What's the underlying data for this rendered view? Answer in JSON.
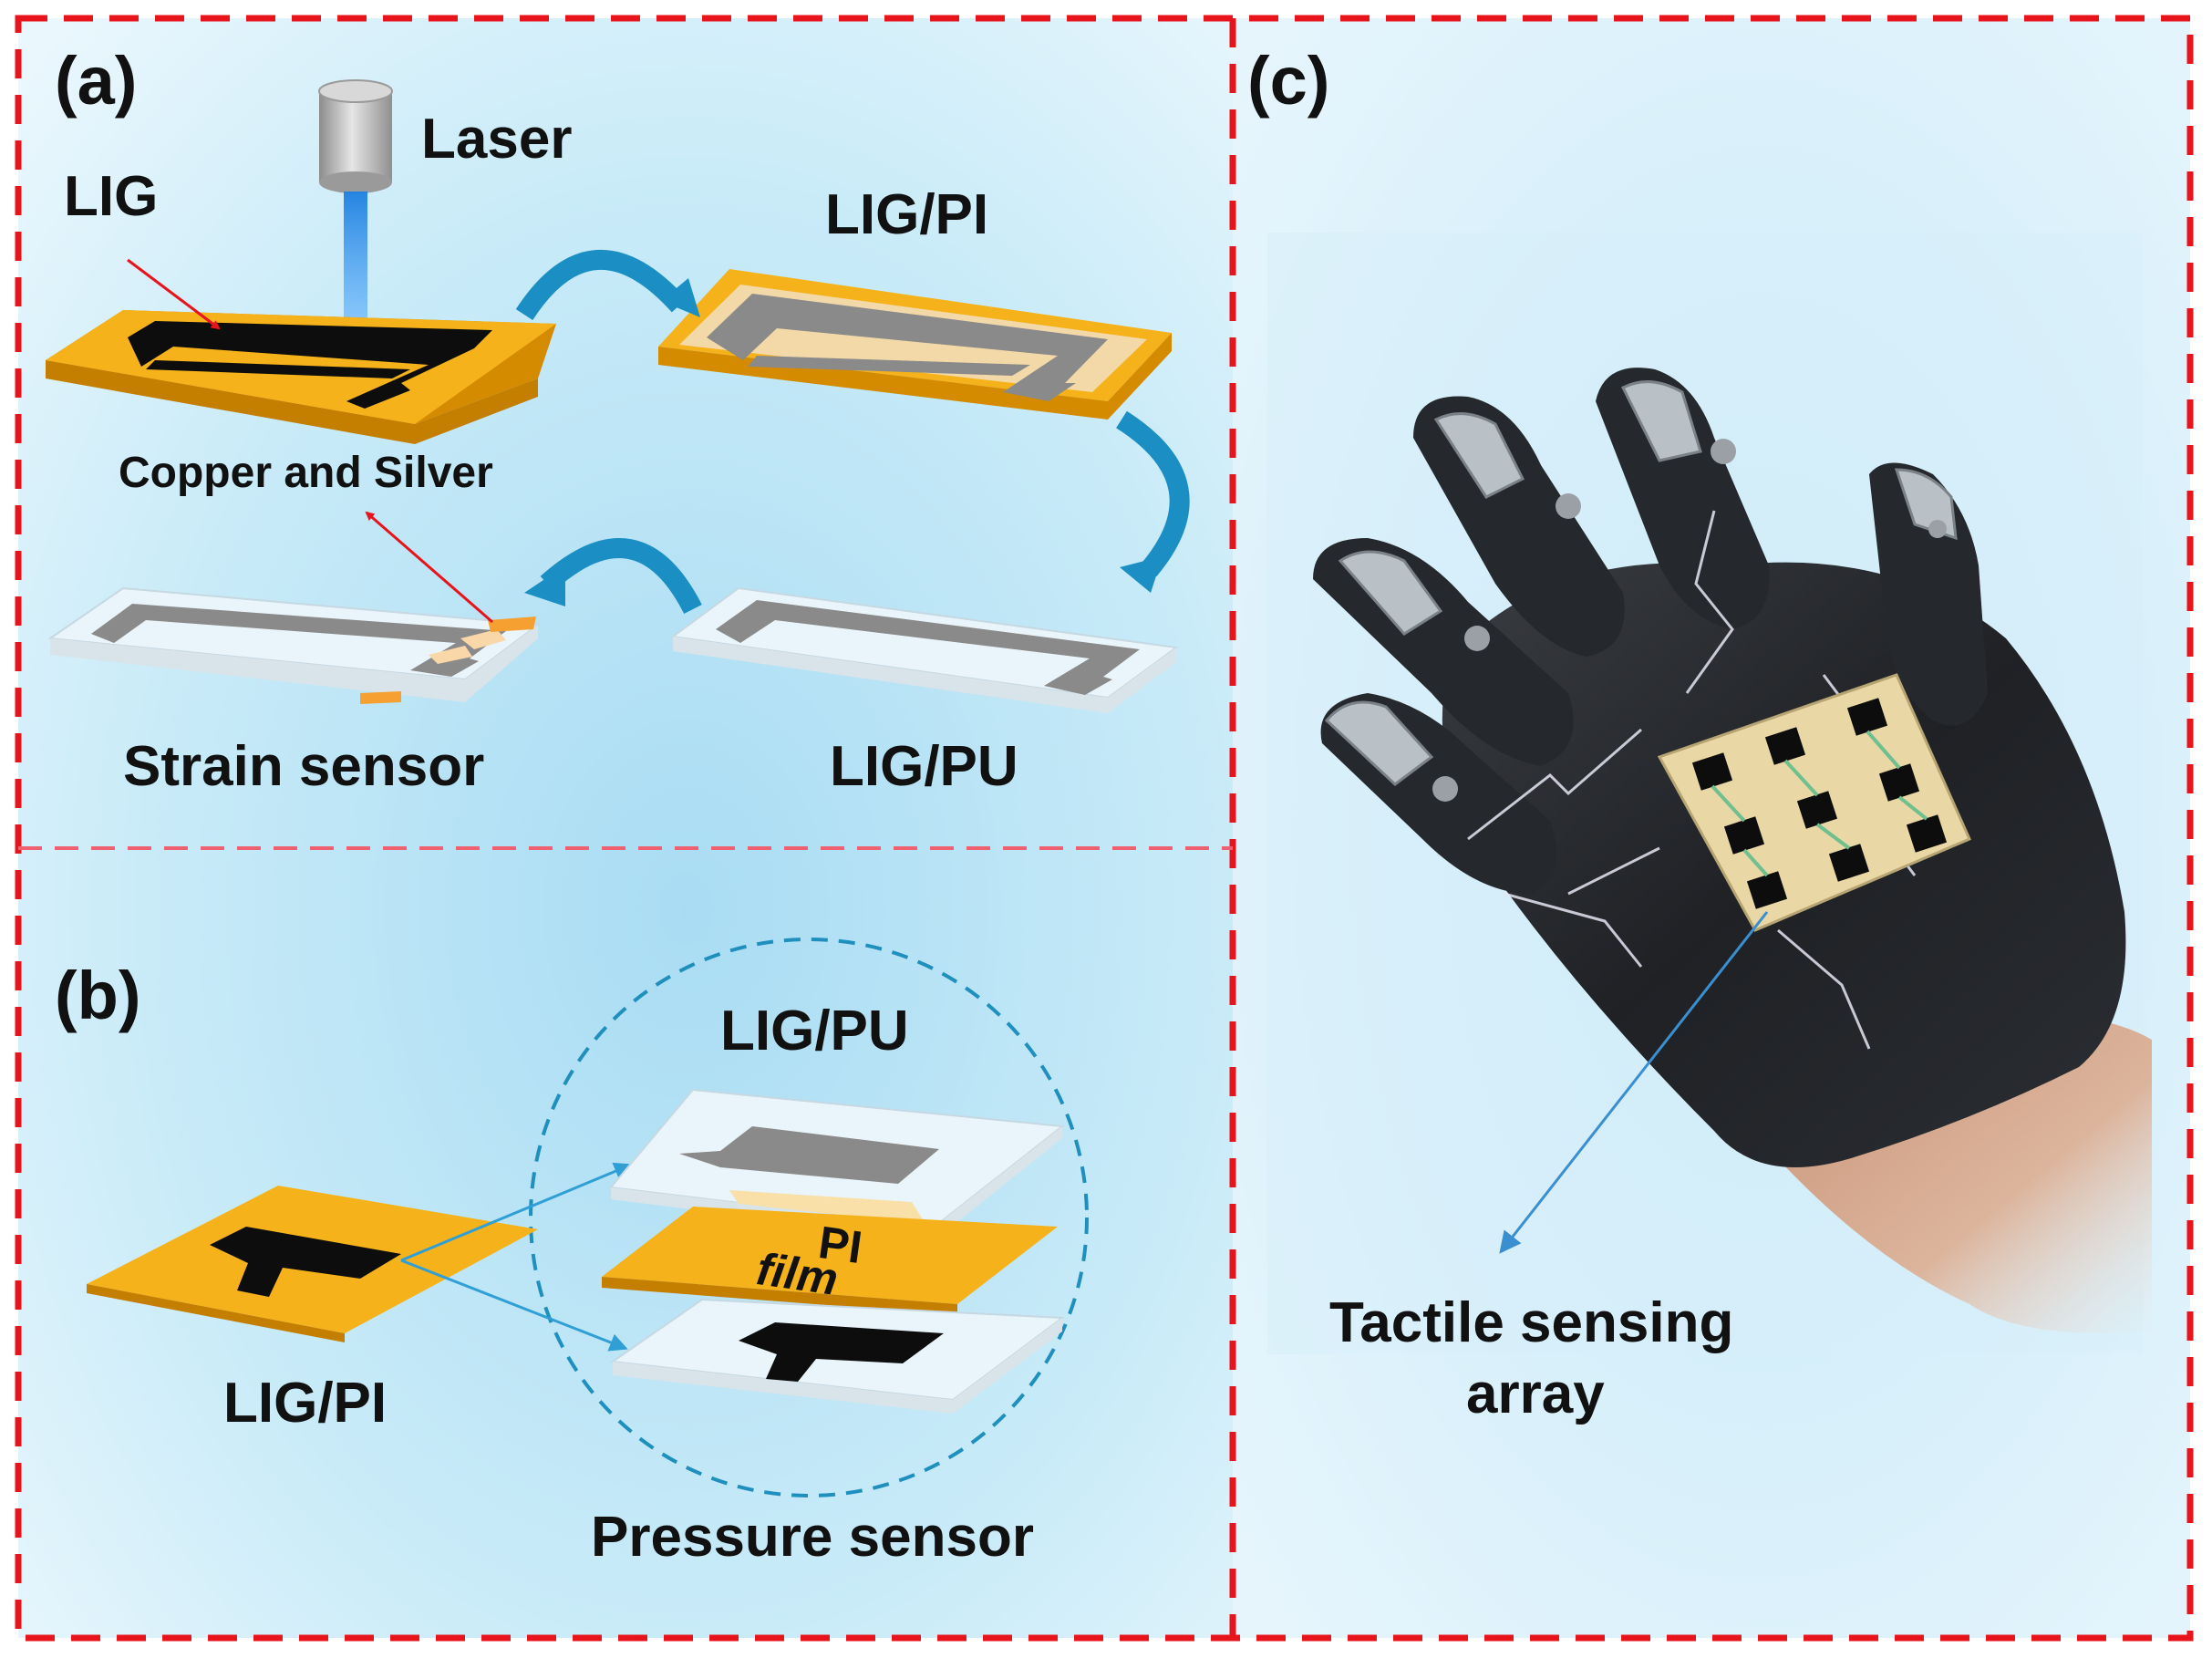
{
  "panel_a": {
    "letter": "(a)",
    "laser": "Laser",
    "lig": "LIG",
    "lig_pi": "LIG/PI",
    "copper_silver": "Copper and Silver",
    "strain_sensor": "Strain sensor",
    "lig_pu": "LIG/PU"
  },
  "panel_b": {
    "letter": "(b)",
    "lig_pu": "LIG/PU",
    "pi_film_line1": "PI",
    "pi_film_line2": "film",
    "lig_pi": "LIG/PI",
    "pressure_sensor": "Pressure sensor"
  },
  "panel_c": {
    "letter": "(c)",
    "tactile_line1": "Tactile sensing",
    "tactile_line2": "array"
  },
  "colors": {
    "border_dash": "#e8141c",
    "background": "#bfe6f7",
    "substrate_orange": "#f5b21a",
    "lig_black": "#0d0d0d",
    "lig_gray": "#8a8a8a",
    "flow_arrow": "#1b8fc4",
    "pointer_red": "#e8141c",
    "pointer_blue": "#2f9fd6",
    "glove": "#26292d"
  }
}
